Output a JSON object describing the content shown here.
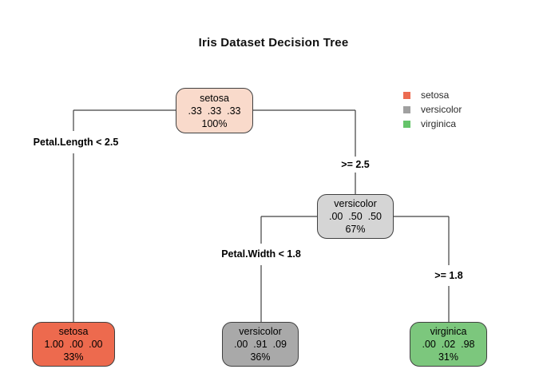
{
  "title": "Iris Dataset Decision Tree",
  "chart_data": {
    "type": "decision-tree",
    "dataset": "Iris",
    "nodes": {
      "root": {
        "label": "setosa",
        "probs": ".33  .33  .33",
        "coverage": "100%",
        "fill": "#f9dacb"
      },
      "internal_versicolor": {
        "label": "versicolor",
        "probs": ".00  .50  .50",
        "coverage": "67%",
        "fill": "#d5d5d5"
      },
      "leaf_setosa": {
        "label": "setosa",
        "probs": "1.00  .00  .00",
        "coverage": "33%",
        "fill": "#ed6a4e"
      },
      "leaf_versicolor": {
        "label": "versicolor",
        "probs": ".00  .91  .09",
        "coverage": "36%",
        "fill": "#a9a9a9"
      },
      "leaf_virginica": {
        "label": "virginica",
        "probs": ".00  .02  .98",
        "coverage": "31%",
        "fill": "#7cc77d"
      }
    },
    "edge_labels": {
      "root_left": "Petal.Length < 2.5",
      "root_right": ">= 2.5",
      "int_left": "Petal.Width < 1.8",
      "int_right": ">= 1.8"
    },
    "legend": {
      "position": "top-right",
      "items": [
        {
          "label": "setosa",
          "color": "#ec6c51"
        },
        {
          "label": "versicolor",
          "color": "#a0a0a0"
        },
        {
          "label": "virginica",
          "color": "#65c46a"
        }
      ]
    },
    "colors": {
      "node_border": "#404040",
      "edge_line": "#404040",
      "background": "#ffffff"
    }
  }
}
